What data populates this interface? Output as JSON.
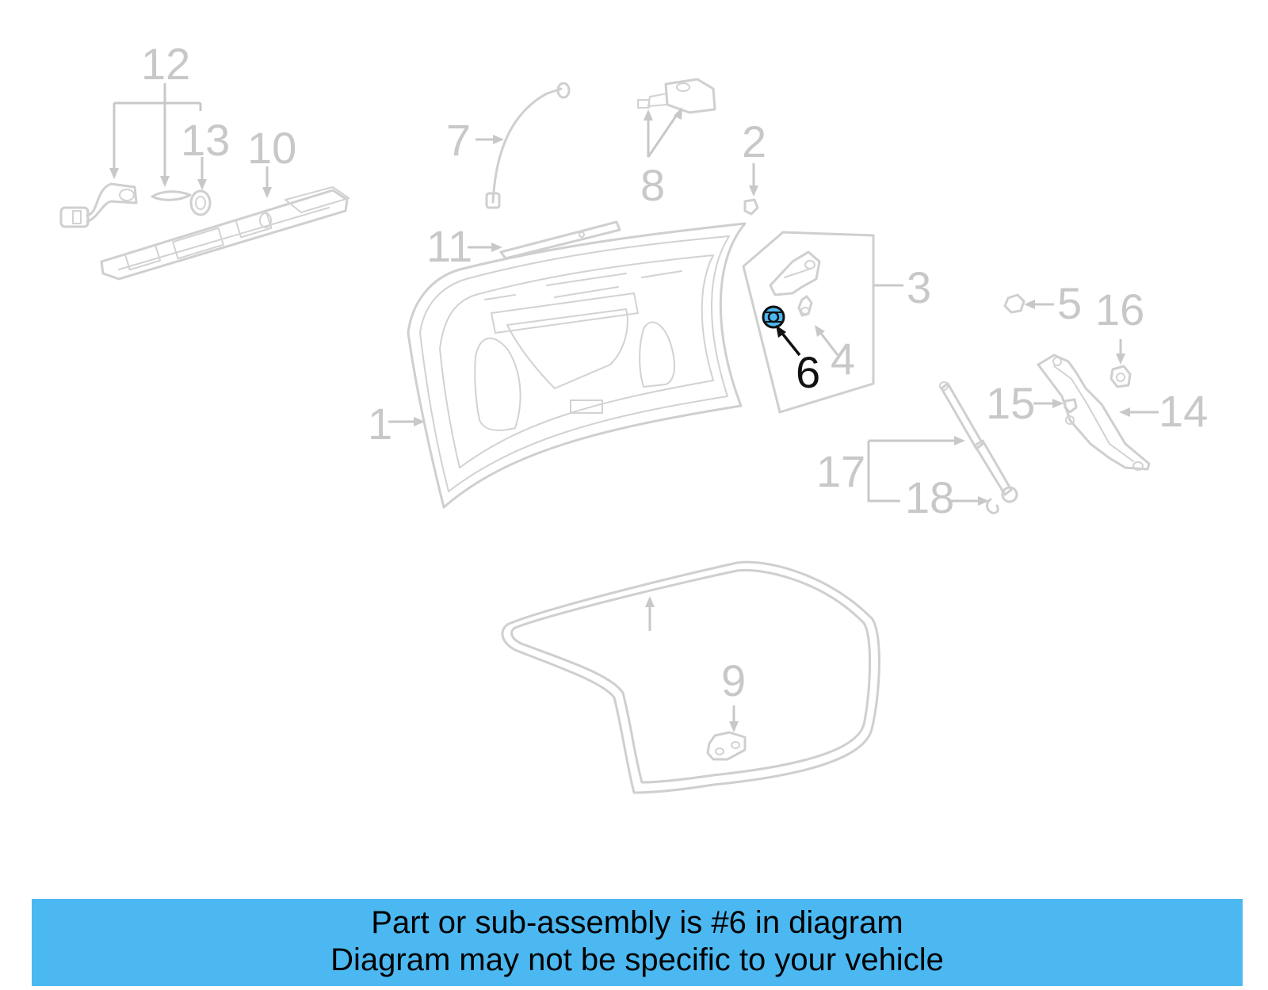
{
  "diagram": {
    "highlighted_part": "6",
    "callouts": [
      "1",
      "2",
      "3",
      "4",
      "5",
      "6",
      "7",
      "8",
      "9",
      "10",
      "11",
      "12",
      "13",
      "14",
      "15",
      "16",
      "17",
      "18"
    ]
  },
  "banner": {
    "line1": "Part or sub-assembly is #6 in diagram",
    "line2": "Diagram may not be specific to your vehicle"
  },
  "colors": {
    "banner_bg": "#4cb8f1",
    "highlight": "#4cb8f1",
    "line_art": "#cfcfcf",
    "active_callout": "#111111"
  }
}
